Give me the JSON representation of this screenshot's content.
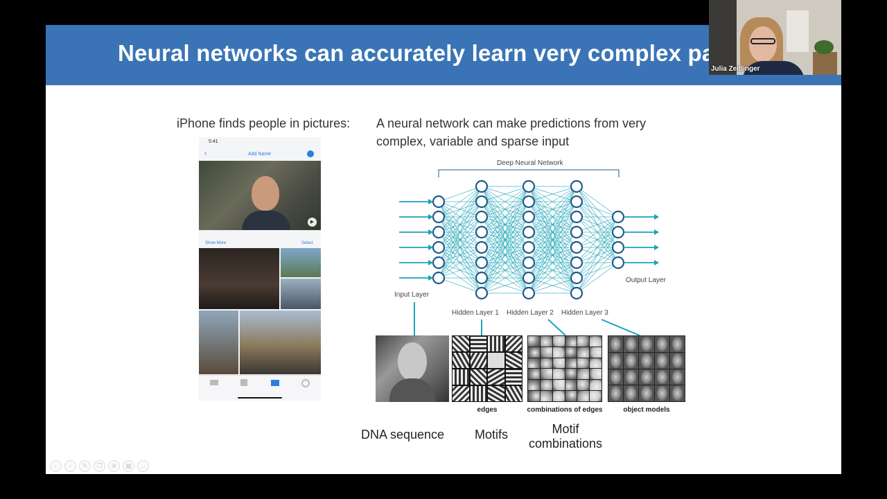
{
  "slide": {
    "title": "Neural networks can accurately learn very complex pa",
    "left_caption": "iPhone finds people in pictures:",
    "right_caption_line1": "A neural network can make predictions from very",
    "right_caption_line2": "complex, variable and sparse input"
  },
  "webcam": {
    "name": "Julia Zeitlinger"
  },
  "phone": {
    "time": "5:41",
    "nav_title": "Add Name",
    "show_more": "Show More",
    "select": "Select"
  },
  "network": {
    "title": "Deep Neural Network",
    "input_layer": "Input Layer",
    "hidden1": "Hidden Layer 1",
    "hidden2": "Hidden Layer 2",
    "hidden3": "Hidden Layer 3",
    "output_layer": "Output Layer",
    "color": "#1aa3b8"
  },
  "features": {
    "edges": "edges",
    "combinations": "combinations of edges",
    "objects": "object models"
  },
  "bottom": {
    "dna": "DNA sequence",
    "motifs": "Motifs",
    "motif_comb_1": "Motif",
    "motif_comb_2": "combinations"
  },
  "toolbar": [
    "back-icon",
    "forward-icon",
    "pen-icon",
    "copy-icon",
    "zoom-icon",
    "grid-icon",
    "more-icon"
  ]
}
